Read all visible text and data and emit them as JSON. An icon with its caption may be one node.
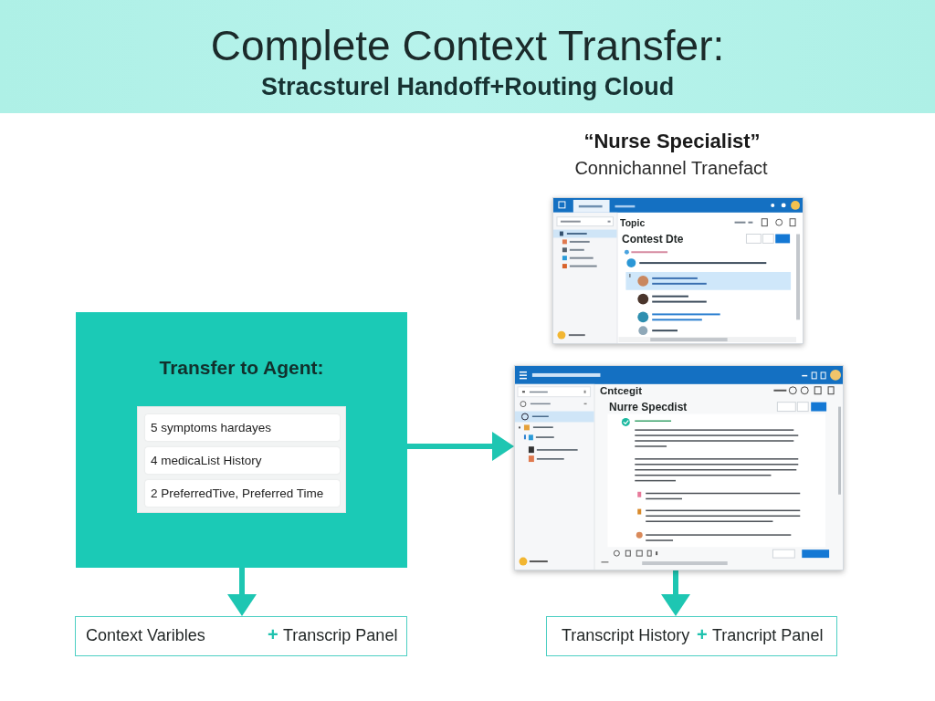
{
  "diagram": {
    "title": "Complete Context Transfer:",
    "nodes": [
      {
        "text": [
          "Transfer to Agent:"
        ]
      },
      {
        "text": [],
        "shape": "box",
        "in": 0
      },
      {
        "text": [
          "5 symptoms hardayes"
        ],
        "in": 1
      },
      {
        "text": [
          "4 medicaList History"
        ],
        "in": 1
      },
      {
        "text": [
          "2 PreferredTive, Preferred Time"
        ],
        "in": 1
      },
      {
        "text": [
          "Topic",
          "Contest Dte"
        ],
        "beside": [
          "“Nurse Specialist”",
          "Connichannel Tranefact"
        ]
      },
      {
        "text": [
          "Cntcegit",
          "Nurre Specdist"
        ]
      },
      {
        "text": [
          "Context Varibles",
          "+",
          "Transcrip Panel"
        ]
      },
      {
        "text": [
          "Transcript History",
          "+",
          "Trancript Panel"
        ]
      }
    ],
    "edges": [
      {
        "from": 0,
        "to": 6,
        "arrow": "to"
      },
      {
        "from": 0,
        "to": 7,
        "arrow": "to"
      },
      {
        "from": 6,
        "to": 8,
        "arrow": "to"
      }
    ],
    "labels": [
      "Stracsturel Handoff+Routing Cloud"
    ]
  }
}
